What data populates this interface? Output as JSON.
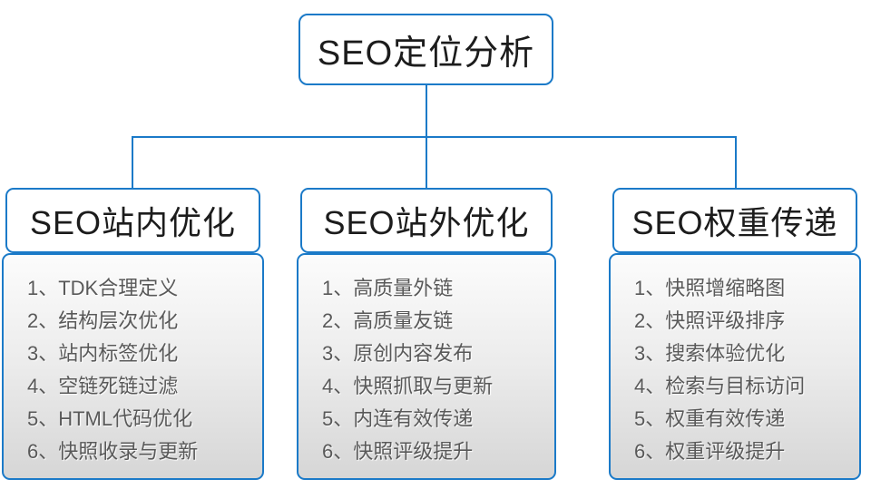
{
  "diagram": {
    "root": {
      "label": "SEO定位分析"
    },
    "columns": [
      {
        "header": "SEO站内优化",
        "items": [
          "1、TDK合理定义",
          "2、结构层次优化",
          "3、站内标签优化",
          "4、空链死链过滤",
          "5、HTML代码优化",
          "6、快照收录与更新"
        ]
      },
      {
        "header": "SEO站外优化",
        "items": [
          "1、高质量外链",
          "2、高质量友链",
          "3、原创内容发布",
          "4、快照抓取与更新",
          "5、内连有效传递",
          "6、快照评级提升"
        ]
      },
      {
        "header": "SEO权重传递",
        "items": [
          "1、快照增缩略图",
          "2、快照评级排序",
          "3、搜索体验优化",
          "4、检索与目标访问",
          "5、权重有效传递",
          "6、权重评级提升"
        ]
      }
    ],
    "colors": {
      "accent_blue": "#1b7ac8",
      "header_text": "#1c1c1c",
      "item_text": "#595959",
      "list_gradient_top": "#fcfcfc",
      "list_gradient_bottom": "#d6d6d6",
      "node_background": "#ffffff"
    }
  }
}
